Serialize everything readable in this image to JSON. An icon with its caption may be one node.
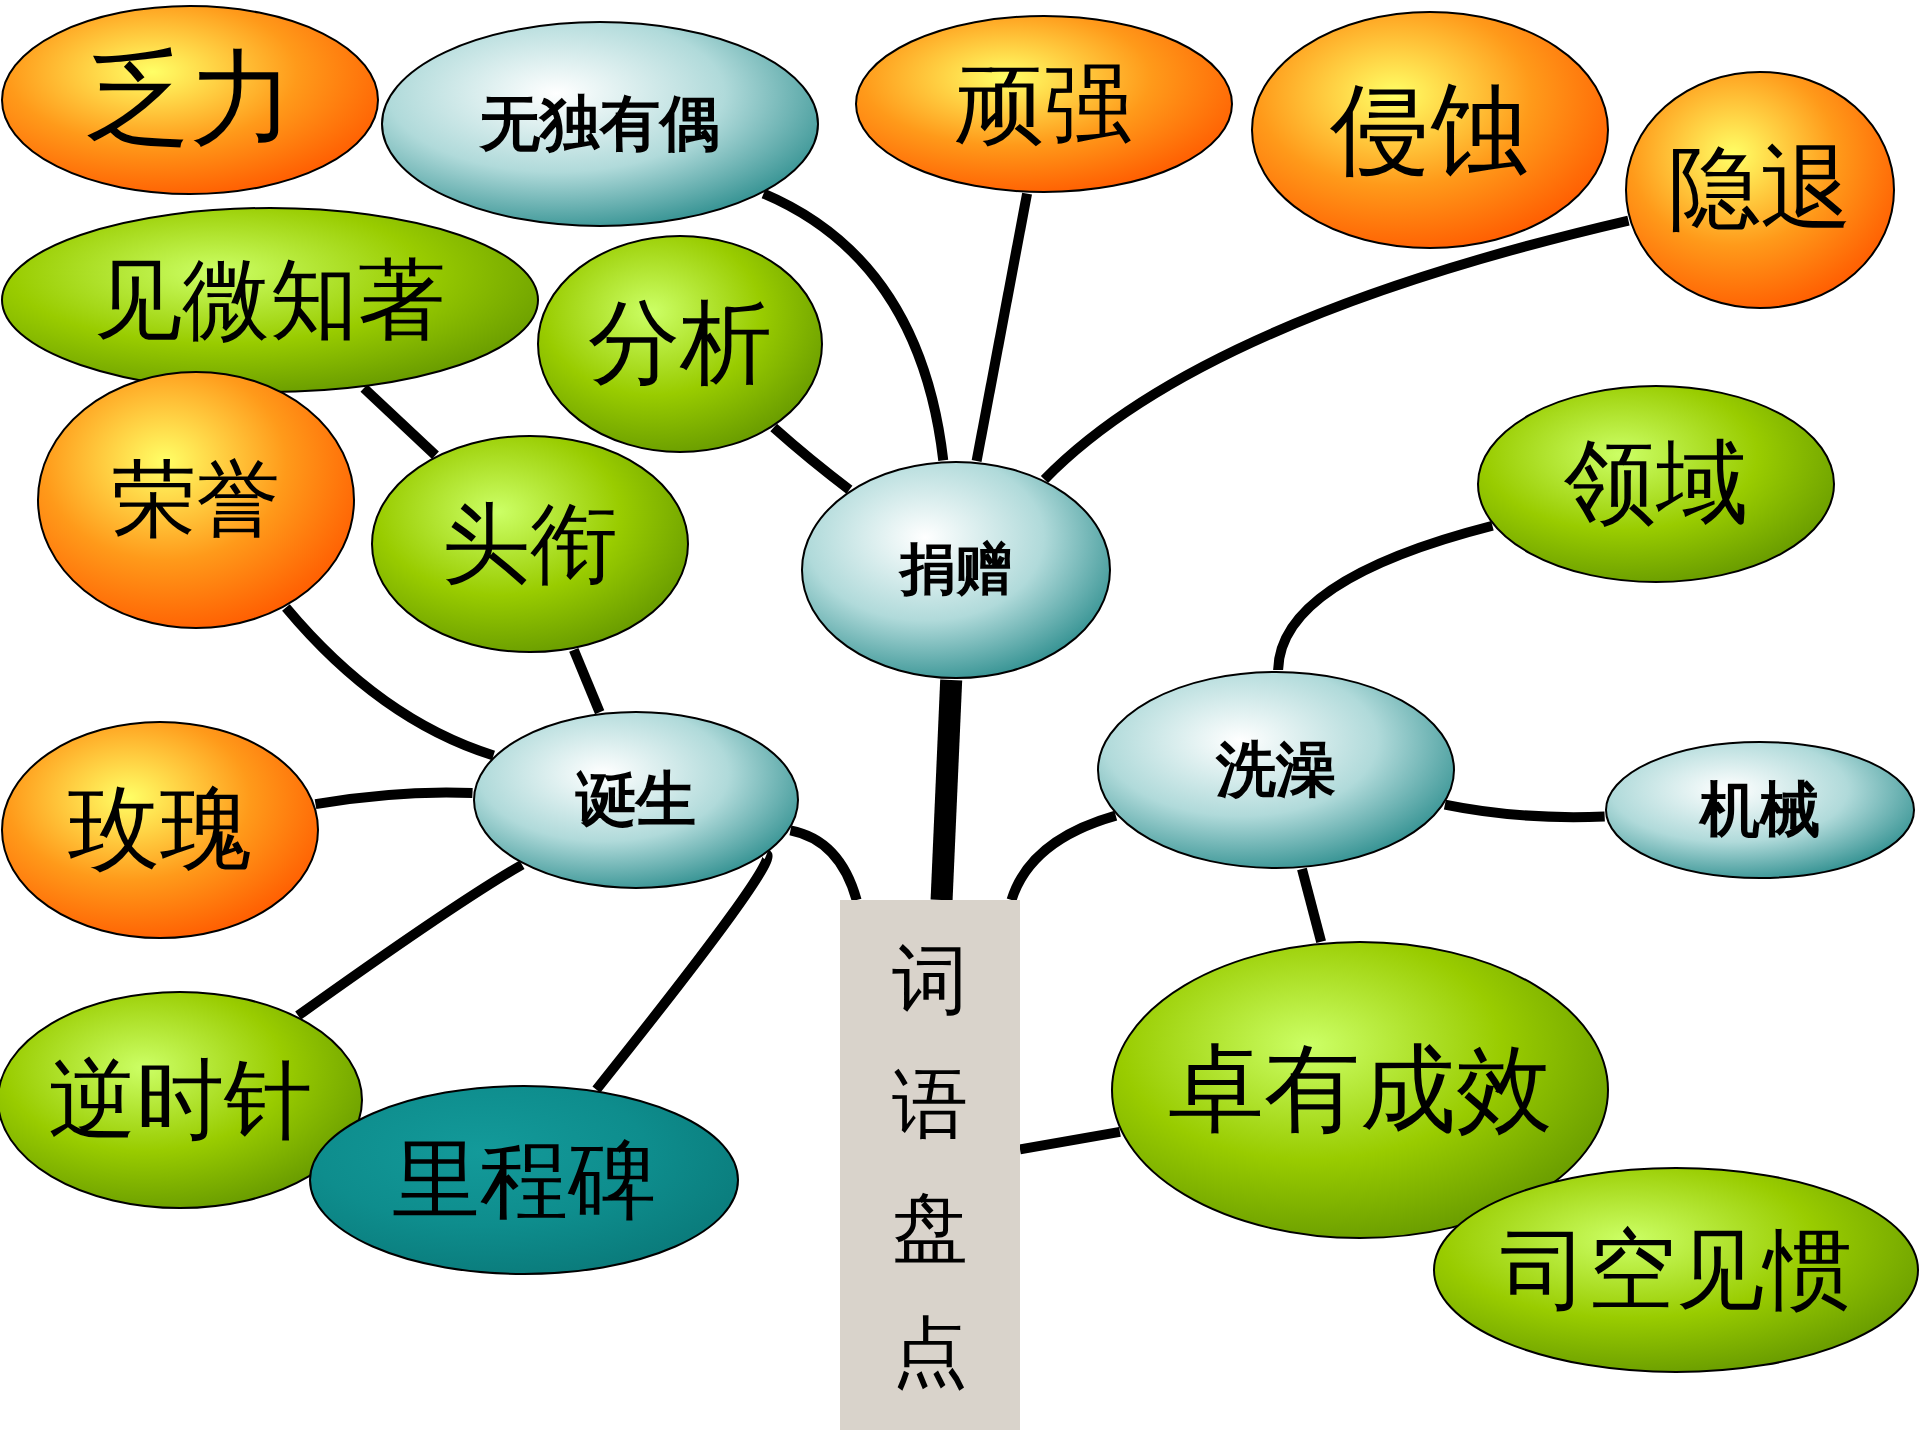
{
  "diagram": {
    "nodes": [
      {
        "text": [
          "词语盘点"
        ]
      },
      {
        "text": [
          "捐赠"
        ]
      },
      {
        "text": [
          "诞生"
        ]
      },
      {
        "text": [
          "洗澡"
        ]
      },
      {
        "text": [
          "无独有偶"
        ]
      },
      {
        "text": [
          "乏力"
        ]
      },
      {
        "text": [
          "见微知著"
        ]
      },
      {
        "text": [
          "分析"
        ]
      },
      {
        "text": [
          "顽强"
        ]
      },
      {
        "text": [
          "侵蚀"
        ]
      },
      {
        "text": [
          "隐退"
        ]
      },
      {
        "text": [
          "荣誉"
        ]
      },
      {
        "text": [
          "头衔"
        ]
      },
      {
        "text": [
          "领域"
        ]
      },
      {
        "text": [
          "玫瑰"
        ]
      },
      {
        "text": [
          "机械"
        ]
      },
      {
        "text": [
          "逆时针"
        ]
      },
      {
        "text": [
          "里程碑"
        ]
      },
      {
        "text": [
          "卓有成效"
        ]
      },
      {
        "text": [
          "司空见惯"
        ]
      }
    ],
    "edges": [
      {
        "from": 0,
        "to": 1,
        "arrow": "none",
        "style": "thick"
      },
      {
        "from": 1,
        "to": 4,
        "arrow": "none"
      },
      {
        "from": 1,
        "to": 8,
        "arrow": "none"
      },
      {
        "from": 1,
        "to": 7,
        "arrow": "none"
      },
      {
        "from": 1,
        "to": 10,
        "arrow": "none"
      },
      {
        "from": 0,
        "to": 2,
        "arrow": "none"
      },
      {
        "from": 0,
        "to": 3,
        "arrow": "none"
      },
      {
        "from": 0,
        "to": 18,
        "arrow": "none"
      },
      {
        "from": 2,
        "to": 11,
        "arrow": "none"
      },
      {
        "from": 2,
        "to": 12,
        "arrow": "none"
      },
      {
        "from": 2,
        "to": 14,
        "arrow": "none"
      },
      {
        "from": 2,
        "to": 16,
        "arrow": "none"
      },
      {
        "from": 2,
        "to": 17,
        "arrow": "none"
      },
      {
        "from": 12,
        "to": 6,
        "arrow": "none"
      },
      {
        "from": 3,
        "to": 13,
        "arrow": "none"
      },
      {
        "from": 3,
        "to": 15,
        "arrow": "none"
      },
      {
        "from": 3,
        "to": 18,
        "arrow": "none"
      }
    ]
  }
}
